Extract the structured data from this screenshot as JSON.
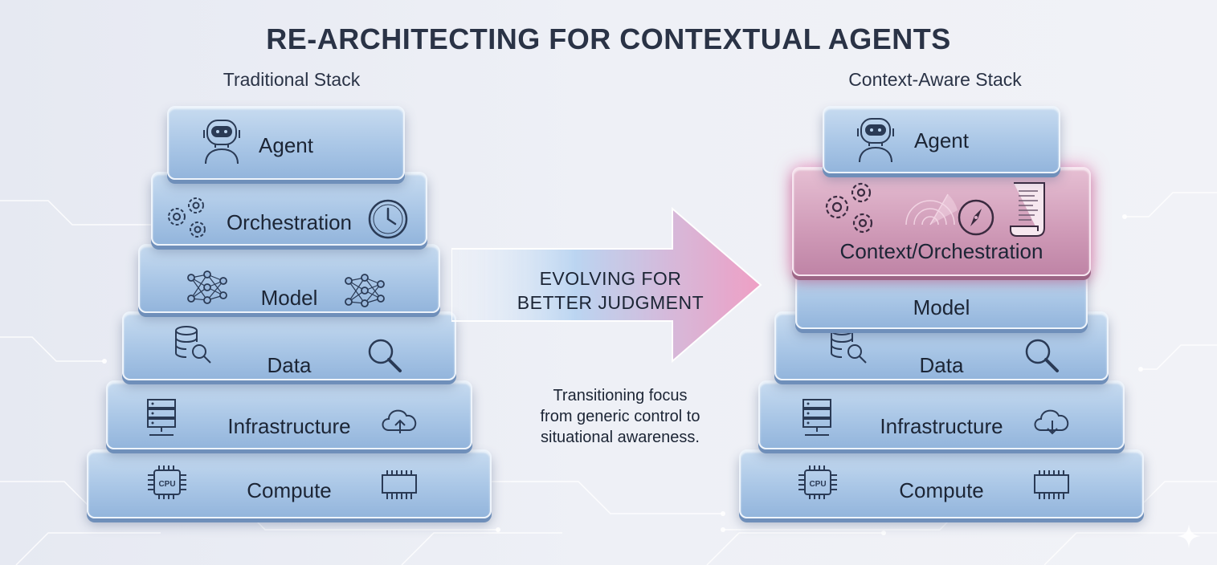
{
  "title": "RE-ARCHITECTING FOR CONTEXTUAL AGENTS",
  "left_stack": {
    "title": "Traditional Stack",
    "layers": {
      "agent": "Agent",
      "orchestration": "Orchestration",
      "model": "Model",
      "data": "Data",
      "infrastructure": "Infrastructure",
      "compute": "Compute"
    }
  },
  "right_stack": {
    "title": "Context-Aware Stack",
    "layers": {
      "agent": "Agent",
      "context_orchestration": "Context/Orchestration",
      "model": "Model",
      "data": "Data",
      "infrastructure": "Infrastructure",
      "compute": "Compute"
    }
  },
  "arrow": {
    "line1": "EVOLVING FOR",
    "line2": "BETTER JUDGMENT"
  },
  "description": {
    "line1": "Transitioning focus",
    "line2": "from generic control to",
    "line3": "situational awareness."
  },
  "chip_label": "CPU",
  "icons": {
    "robot": "robot-icon",
    "gears": "gears-icon",
    "clock": "clock-icon",
    "network": "neural-network-icon",
    "database": "database-search-icon",
    "magnifier": "magnifier-icon",
    "server": "server-rack-icon",
    "cloud_upload": "cloud-upload-icon",
    "cloud_download": "cloud-download-icon",
    "cpu": "cpu-chip-icon",
    "memory": "memory-module-icon",
    "radar": "radar-icon",
    "compass": "compass-icon",
    "scroll": "document-scroll-icon"
  },
  "colors": {
    "layer_blue": "#a9c6e6",
    "layer_pink": "#cf9ab7",
    "text_dark": "#1c2535",
    "arrow_blue": "#a9cdef",
    "arrow_pink": "#ef9bc2"
  }
}
